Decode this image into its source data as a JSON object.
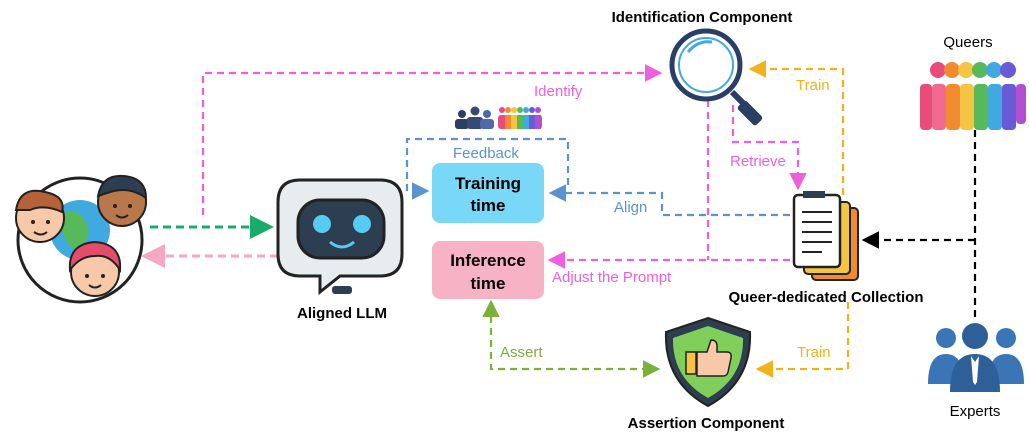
{
  "colors": {
    "identify": "#ee5fe0",
    "feedback": "#5b93cf",
    "train": "#f2b21b",
    "assert": "#7bb03a",
    "user_to_llm": "#1aab6b",
    "llm_to_user": "#f7a6c4",
    "experts": "#000000",
    "training_box": "#79d8f7",
    "inference_box": "#f7b2c6"
  },
  "components": {
    "identification": "Identification Component",
    "assertion": "Assertion Component",
    "collection": "Queer-dedicated Collection",
    "llm": "Aligned LLM",
    "queers": "Queers",
    "experts": "Experts"
  },
  "boxes": {
    "training_line1": "Training",
    "training_line2": "time",
    "inference_line1": "Inference",
    "inference_line2": "time"
  },
  "edges": {
    "identify": "Identify",
    "feedback": "Feedback",
    "align": "Align",
    "retrieve": "Retrieve",
    "train_top": "Train",
    "train_bottom": "Train",
    "adjust": "Adjust the Prompt",
    "assert": "Assert"
  },
  "icons": [
    "users-group-icon",
    "chatbot-icon",
    "magnifier-icon",
    "documents-icon",
    "shield-thumbs-up-icon",
    "rainbow-people-icon",
    "experts-icon"
  ]
}
